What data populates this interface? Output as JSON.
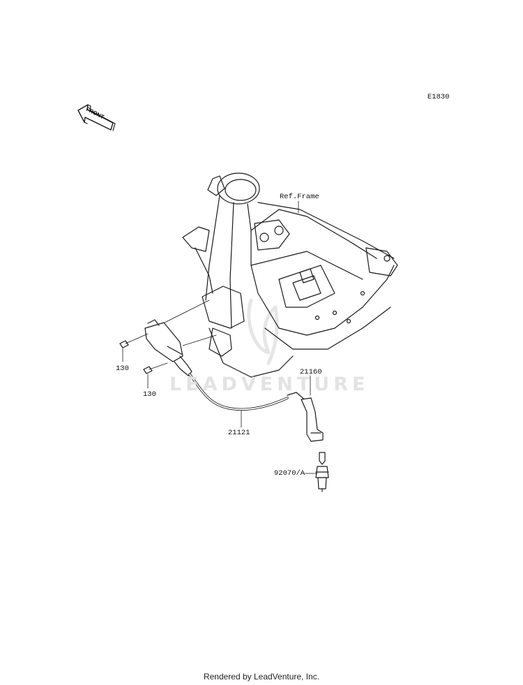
{
  "diagram": {
    "code": "E1830",
    "front_arrow": "FRONT",
    "watermark": "LEADVENTURE",
    "footer": "Rendered by LeadVenture, Inc.",
    "labels": [
      {
        "id": "ref-frame",
        "text": "Ref.Frame"
      },
      {
        "id": "bolt-upper",
        "text": "130"
      },
      {
        "id": "bolt-lower",
        "text": "130"
      },
      {
        "id": "ignition-coil",
        "text": "21121"
      },
      {
        "id": "plug-cap",
        "text": "21160"
      },
      {
        "id": "spark-plug",
        "text": "92070/A"
      }
    ]
  },
  "colors": {
    "line": "#1a1a1a",
    "watermark": "#e3e3e3"
  }
}
